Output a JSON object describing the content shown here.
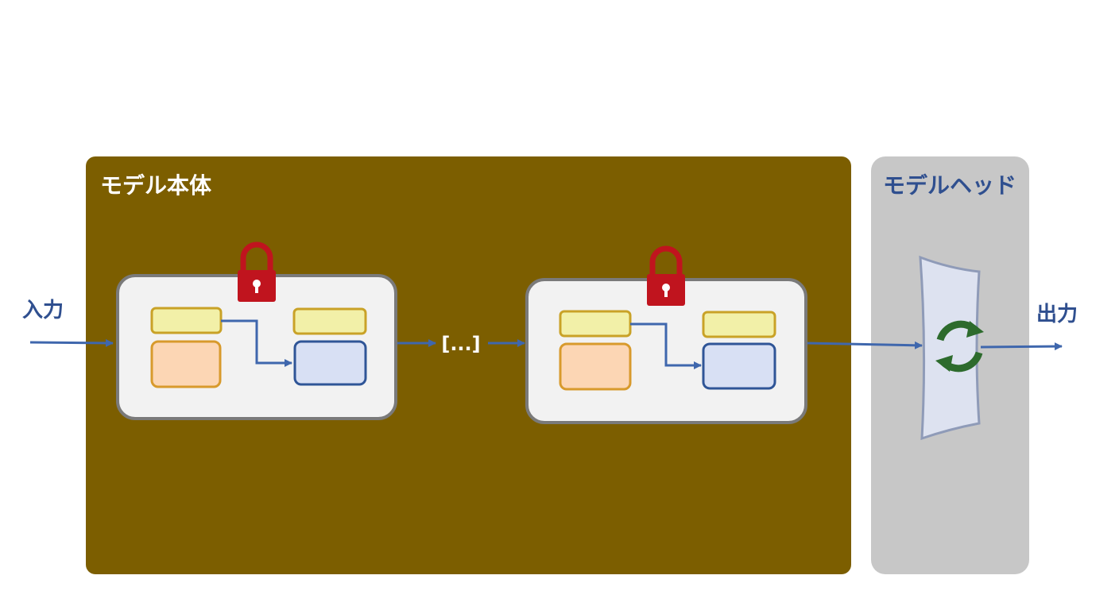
{
  "diagram": {
    "input_label": "入力",
    "output_label": "出力",
    "body_panel": {
      "title": "モデル本体",
      "color": "#7c5e00"
    },
    "head_panel": {
      "title": "モデルヘッド",
      "color": "#c7c7c7",
      "title_color": "#2f4f8f"
    },
    "ellipsis_label": "[...]",
    "blocks": [
      {
        "locked": true,
        "lock_icon": "padlock-icon"
      },
      {
        "locked": true,
        "lock_icon": "padlock-icon"
      }
    ],
    "head_icon": "refresh-cycle-icon",
    "colors": {
      "arrow": "#3f67ad",
      "lock": "#c0141e",
      "block_fill": "#f2f2f2",
      "block_border": "#7a7a7a",
      "yellow_fill": "#f2f0a8",
      "yellow_border": "#c9a227",
      "orange_fill": "#fcd6b4",
      "orange_border": "#d89a2c",
      "blue_fill": "#d8e0f4",
      "blue_border": "#2f5597",
      "refresh_green": "#2d6b2d",
      "head_layer_fill": "#dde2f0",
      "head_layer_border": "#8f9bb8"
    }
  }
}
